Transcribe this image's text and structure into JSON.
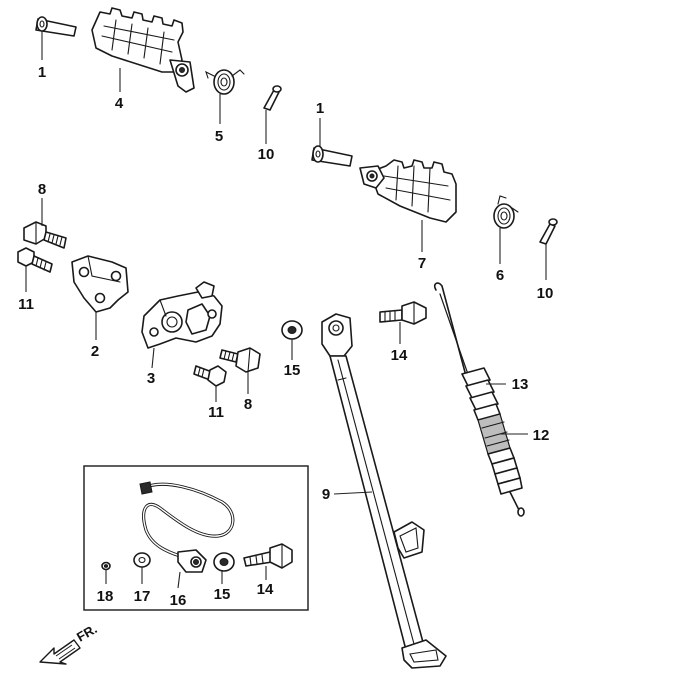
{
  "callouts": {
    "c1a": "1",
    "c4": "4",
    "c5": "5",
    "c10a": "10",
    "c1b": "1",
    "c7": "7",
    "c6": "6",
    "c10b": "10",
    "c8a": "8",
    "c11a": "11",
    "c2": "2",
    "c3": "3",
    "c11b": "11",
    "c8b": "8",
    "c15a": "15",
    "c14a": "14",
    "c13": "13",
    "c12": "12",
    "c9": "9",
    "c18": "18",
    "c17": "17",
    "c16": "16",
    "c15b": "15",
    "c14b": "14"
  },
  "direction": {
    "label": "FR."
  },
  "icons": {
    "front_arrow": "arrow-left-down-icon"
  }
}
